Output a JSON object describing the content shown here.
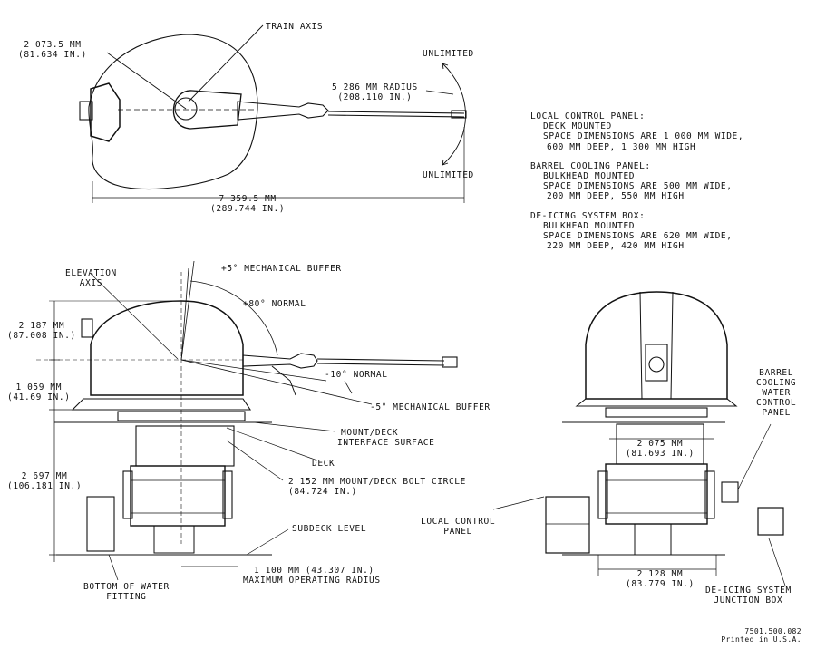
{
  "top_view": {
    "train_axis": "TRAIN AXIS",
    "unlimited_top": "UNLIMITED",
    "unlimited_bottom": "UNLIMITED",
    "radius_mm": "2 073.5 MM",
    "radius_in": "(81.634 IN.)",
    "barrel_radius_mm": "5 286 MM RADIUS",
    "barrel_radius_in": "(208.110 IN.)",
    "length_mm": "7 359.5 MM",
    "length_in": "(289.744 IN.)"
  },
  "notes": {
    "local_panel": {
      "title": "LOCAL CONTROL PANEL:",
      "mount": "DECK MOUNTED",
      "line1": "SPACE DIMENSIONS ARE 1 000 MM WIDE,",
      "line2": "600 MM DEEP, 1 300 MM HIGH"
    },
    "barrel_panel": {
      "title": "BARREL COOLING PANEL:",
      "mount": "BULKHEAD MOUNTED",
      "line1": "SPACE DIMENSIONS ARE 500 MM WIDE,",
      "line2": "200 MM DEEP, 550 MM HIGH"
    },
    "deicing": {
      "title": "DE-ICING SYSTEM BOX:",
      "mount": "BULKHEAD MOUNTED",
      "line1": "SPACE DIMENSIONS ARE 620 MM WIDE,",
      "line2": "220 MM DEEP, 420 MM HIGH"
    }
  },
  "side_view": {
    "elevation_axis_1": "ELEVATION",
    "elevation_axis_2": "AXIS",
    "plus5": "+5° MECHANICAL BUFFER",
    "plus80": "+80° NORMAL",
    "minus10": "-10° NORMAL",
    "minus5": "-5° MECHANICAL BUFFER",
    "h1_mm": "2 187 MM",
    "h1_in": "(87.008 IN.)",
    "h2_mm": "1 059 MM",
    "h2_in": "(41.69 IN.)",
    "h3_mm": "2 697 MM",
    "h3_in": "(106.181 IN.)",
    "mount_deck_1": "MOUNT/DECK",
    "mount_deck_2": "INTERFACE SURFACE",
    "deck": "DECK",
    "bolt_circle_mm": "2 152 MM MOUNT/DECK BOLT CIRCLE",
    "bolt_circle_in": "(84.724 IN.)",
    "subdeck": "SUBDECK LEVEL",
    "op_radius_mm": "1 100 MM (43.307 IN.)",
    "op_radius_label": "MAXIMUM OPERATING RADIUS",
    "water_fitting_1": "BOTTOM OF WATER",
    "water_fitting_2": "FITTING"
  },
  "front_view": {
    "barrel_panel_1": "BARREL",
    "barrel_panel_2": "COOLING",
    "barrel_panel_3": "WATER",
    "barrel_panel_4": "CONTROL",
    "barrel_panel_5": "PANEL",
    "width_mm": "2 075 MM",
    "width_in": "(81.693 IN.)",
    "base_mm": "2 128 MM",
    "base_in": "(83.779 IN.)",
    "local_panel_1": "LOCAL CONTROL",
    "local_panel_2": "PANEL",
    "deicing_1": "DE-ICING SYSTEM",
    "deicing_2": "JUNCTION BOX"
  },
  "footer": {
    "doc_number": "7501,500,082",
    "printed": "Printed in U.S.A."
  }
}
